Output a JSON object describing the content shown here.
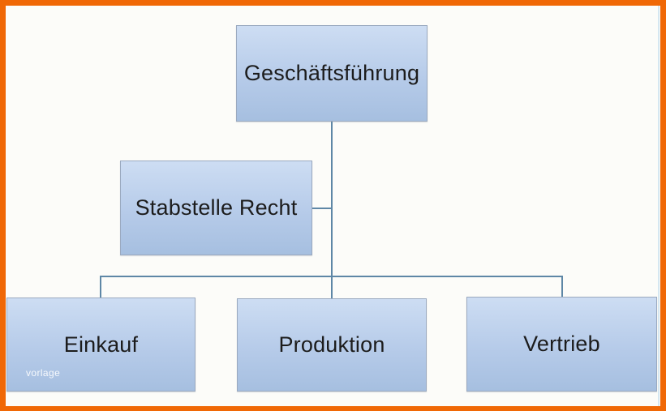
{
  "colors": {
    "frame_orange": "#f06806",
    "canvas_bg": "#fcfcf9",
    "box_fill_top": "#cdddf3",
    "box_fill_bottom": "#a6bfe0",
    "box_border": "#9aa9bf",
    "connector": "#5e87a6",
    "label_text": "#1c1c1c",
    "watermark_text": "#ffffff"
  },
  "org_chart": {
    "root": {
      "label": "Geschäftsführung"
    },
    "staff": {
      "label": "Stabstelle Recht"
    },
    "children": [
      {
        "label": "Einkauf"
      },
      {
        "label": "Produktion"
      },
      {
        "label": "Vertrieb"
      }
    ]
  },
  "watermark": {
    "text": "vorlage"
  }
}
